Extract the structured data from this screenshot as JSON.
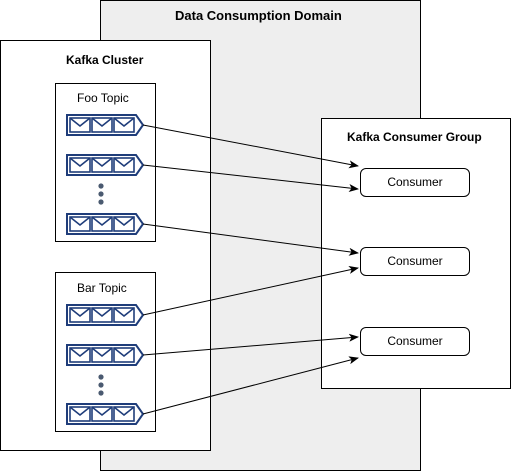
{
  "domain_title": "Data Consumption Domain",
  "cluster_title": "Kafka Cluster",
  "topics": [
    {
      "label": "Foo Topic"
    },
    {
      "label": "Bar Topic"
    }
  ],
  "consumer_group_title": "Kafka Consumer Group",
  "consumers": [
    {
      "label": "Consumer"
    },
    {
      "label": "Consumer"
    },
    {
      "label": "Consumer"
    }
  ],
  "icons": {
    "partition": "message-queue-icon",
    "ellipsis": "vertical-ellipsis-icon"
  },
  "colors": {
    "queue_stroke": "#1f3d7a",
    "queue_fill": "#ffffff",
    "domain_fill": "#eeeeee"
  }
}
